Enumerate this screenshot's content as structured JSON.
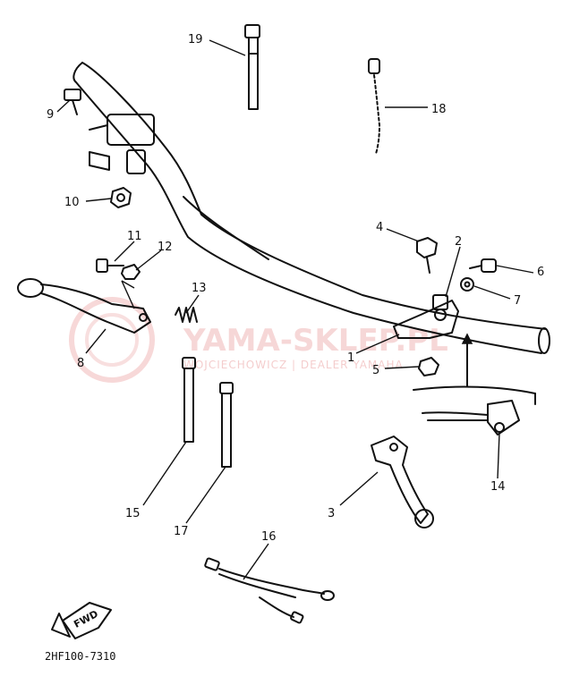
{
  "diagram": {
    "drawing_code": "2HF100-7310",
    "fwd_label": "FWD",
    "callouts": [
      "1",
      "2",
      "3",
      "4",
      "5",
      "6",
      "7",
      "8",
      "9",
      "10",
      "11",
      "12",
      "13",
      "14",
      "15",
      "16",
      "17",
      "18",
      "19"
    ]
  },
  "watermark": {
    "brand": "YAMA-SKLEP.PL",
    "dealer": "WOJCIECHOWICZ | DEALER YAMAHA",
    "color": "#f0b8b8"
  }
}
